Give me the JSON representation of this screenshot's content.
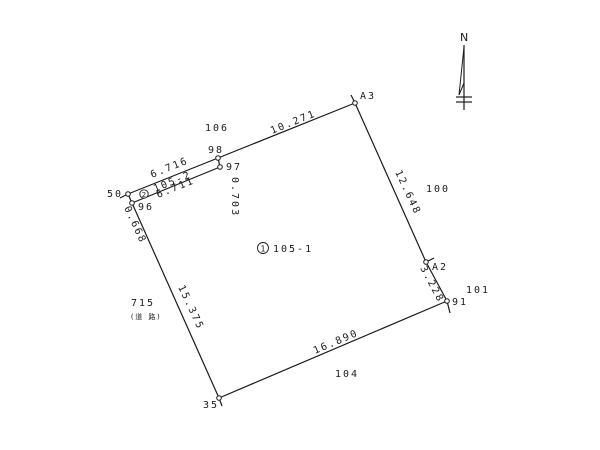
{
  "north": {
    "label": "N"
  },
  "lots": {
    "main": {
      "marker": "1",
      "number": "105-1"
    },
    "sliver": {
      "marker": "2",
      "number": "105-2"
    }
  },
  "neighbors": {
    "n106": "106",
    "n100": "100",
    "n101": "101",
    "n104": "104",
    "n715": "715",
    "road": "(道 路)"
  },
  "points": {
    "p50": "50",
    "p96": "96",
    "p98": "98",
    "p97": "97",
    "a3": "A3",
    "a2": "A2",
    "p91": "91",
    "p35": "35"
  },
  "distances": {
    "d98_a3": "10.271",
    "d50_98": "6.716",
    "d96_97": "6.711",
    "d97_98": "0.703",
    "d50_96": "0.668",
    "da3_a2": "12.648",
    "da2_91": "3.228",
    "d35_91": "16.890",
    "d96_35": "15.375"
  }
}
